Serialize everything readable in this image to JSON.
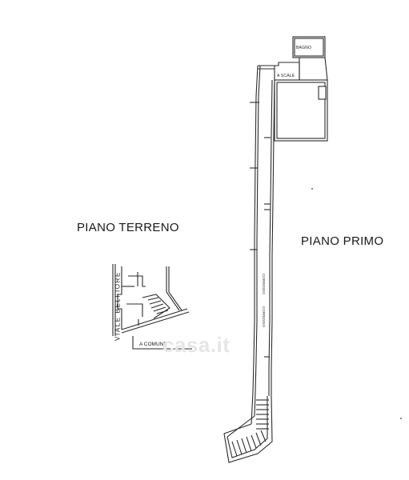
{
  "plans": {
    "ground_floor_title": "PIANO TERRENO",
    "first_floor_title": "PIANO PRIMO"
  },
  "labels": {
    "street": "VIALE BELFIORE",
    "access": "A COMUNE",
    "bathroom": "BAGNO",
    "stairs": "A SCALE",
    "corridor_a": "CORRIDOIO",
    "corridor_b": "CORRIDOIO"
  },
  "watermark": "casa.it",
  "colors": {
    "line": "#2b2b2b",
    "background": "#ffffff",
    "watermark": "#e6e6e6"
  }
}
